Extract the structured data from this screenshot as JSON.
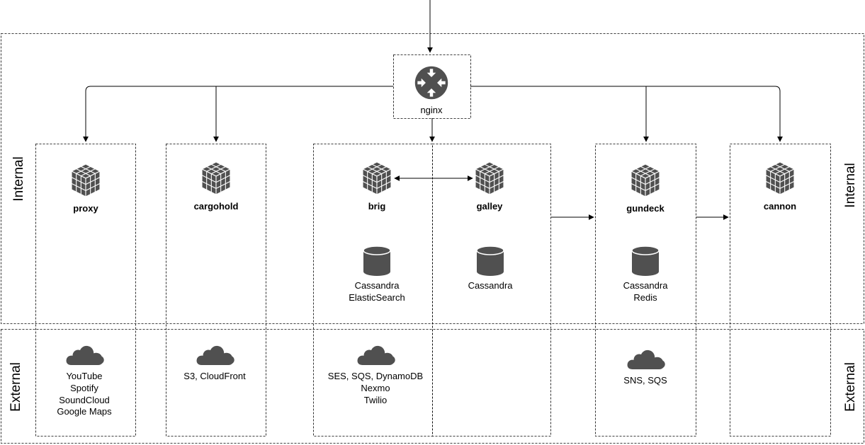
{
  "regions": {
    "internal": "Internal",
    "external": "External"
  },
  "gateway": {
    "name": "nginx",
    "icon": "router-icon"
  },
  "services": [
    {
      "id": "proxy",
      "name": "proxy",
      "internal_stores": [],
      "external_deps": [
        "YouTube",
        "Spotify",
        "SoundCloud",
        "Google Maps"
      ]
    },
    {
      "id": "cargohold",
      "name": "cargohold",
      "internal_stores": [],
      "external_deps": [
        "S3, CloudFront"
      ]
    },
    {
      "id": "brig",
      "name": "brig",
      "internal_stores": [
        "Cassandra",
        "ElasticSearch"
      ],
      "external_deps": [
        "SES, SQS, DynamoDB",
        "Nexmo",
        "Twilio"
      ]
    },
    {
      "id": "galley",
      "name": "galley",
      "internal_stores": [
        "Cassandra"
      ],
      "external_deps": []
    },
    {
      "id": "gundeck",
      "name": "gundeck",
      "internal_stores": [
        "Cassandra",
        "Redis"
      ],
      "external_deps": [
        "SNS, SQS"
      ]
    },
    {
      "id": "cannon",
      "name": "cannon",
      "internal_stores": [],
      "external_deps": []
    }
  ],
  "edges": [
    {
      "from": "external",
      "to": "nginx"
    },
    {
      "from": "nginx",
      "to": "proxy"
    },
    {
      "from": "nginx",
      "to": "cargohold"
    },
    {
      "from": "nginx",
      "to": "brig-galley"
    },
    {
      "from": "nginx",
      "to": "gundeck"
    },
    {
      "from": "nginx",
      "to": "cannon"
    },
    {
      "from": "brig",
      "to": "galley",
      "bidirectional": true
    },
    {
      "from": "brig-galley",
      "to": "gundeck"
    },
    {
      "from": "gundeck",
      "to": "cannon"
    }
  ],
  "icons": {
    "service": "cube-grid-icon",
    "store": "database-icon",
    "cloud": "cloud-icon"
  },
  "colors": {
    "icon": "#505050",
    "line": "#000000"
  }
}
